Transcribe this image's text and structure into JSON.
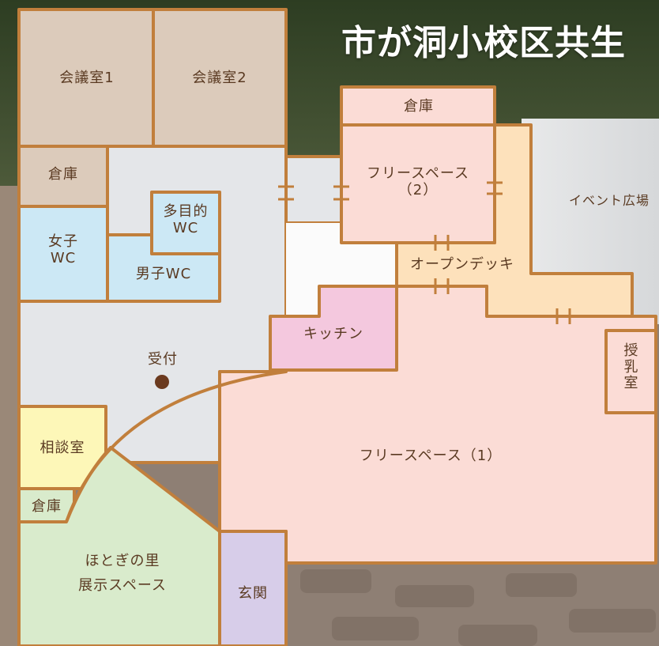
{
  "title": "市が洞小校区共生",
  "rooms": {
    "meeting1": "会議室1",
    "meeting2": "会議室2",
    "storage_top_left": "倉庫",
    "storage_top_mid": "倉庫",
    "storage_bottom_left": "倉庫",
    "women_wc_line1": "女子",
    "women_wc_line2": "WC",
    "multi_wc_line1": "多目的",
    "multi_wc_line2": "WC",
    "men_wc": "男子WC",
    "reception": "受付",
    "consult": "相談室",
    "free_space_2_line1": "フリースペース",
    "free_space_2_line2": "（2）",
    "open_deck": "オープンデッキ",
    "kitchen": "キッチン",
    "nursing_1": "授",
    "nursing_2": "乳",
    "nursing_3": "室",
    "free_space_1": "フリースペース（1）",
    "exhibit_line1": "ほとぎの里",
    "exhibit_line2": "展示スペース",
    "entrance": "玄関",
    "event_plaza": "イベント広場"
  },
  "colors": {
    "wall": "#c17f3c",
    "meeting": "#dccbbb",
    "corridor": "#e4e6e9",
    "wc": "#cce8f5",
    "free_space": "#fbdcd6",
    "deck": "#fde1bb",
    "kitchen": "#f4c8de",
    "consult": "#fdf7b8",
    "exhibit": "#d9ebcc",
    "entrance": "#d7cde9",
    "white_area": "#fbfbfb"
  }
}
